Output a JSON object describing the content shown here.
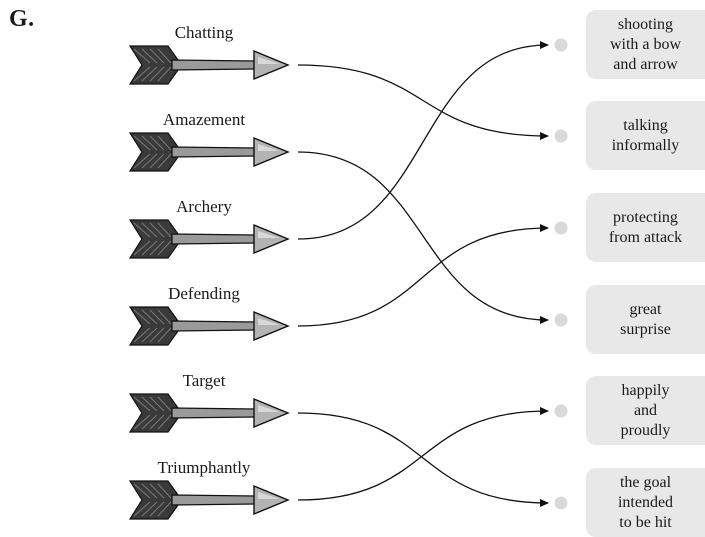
{
  "section_label": "G.",
  "terms": [
    {
      "label": "Chatting"
    },
    {
      "label": "Amazement"
    },
    {
      "label": "Archery"
    },
    {
      "label": "Defending"
    },
    {
      "label": "Target"
    },
    {
      "label": "Triumphantly"
    }
  ],
  "definitions": [
    {
      "lines": [
        "shooting",
        "with a bow",
        "and arrow"
      ]
    },
    {
      "lines": [
        "talking",
        "informally"
      ]
    },
    {
      "lines": [
        "protecting",
        "from attack"
      ]
    },
    {
      "lines": [
        "great",
        "surprise"
      ]
    },
    {
      "lines": [
        "happily",
        "and",
        "proudly"
      ]
    },
    {
      "lines": [
        "the goal",
        "intended",
        "to be hit"
      ]
    }
  ],
  "matches": [
    {
      "term": "Chatting",
      "definition": "talking informally"
    },
    {
      "term": "Amazement",
      "definition": "great surprise"
    },
    {
      "term": "Archery",
      "definition": "shooting with a bow and arrow"
    },
    {
      "term": "Defending",
      "definition": "protecting from attack"
    },
    {
      "term": "Target",
      "definition": "the goal intended to be hit"
    },
    {
      "term": "Triumphantly",
      "definition": "happily and proudly"
    }
  ],
  "colors": {
    "definition_box": "#e8e8e8",
    "connector_line": "#111111",
    "dot": "#d9d9d9",
    "arrow_shaft": "#9a9a9a",
    "arrow_fletching": "#3a3a3a"
  },
  "icons": {
    "term_marker": "arrow-icon"
  }
}
